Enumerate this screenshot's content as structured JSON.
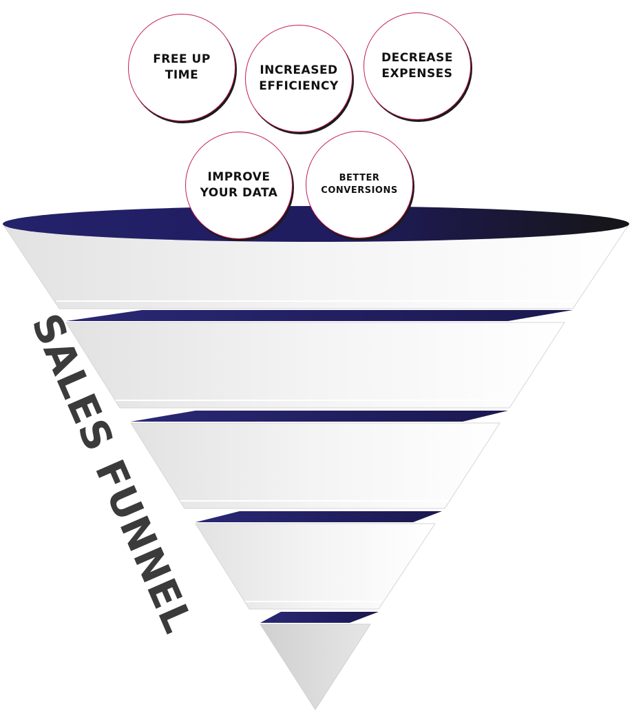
{
  "title": "SALES FUNNEL",
  "benefits": [
    {
      "label": "FREE UP\nTIME"
    },
    {
      "label": "INCREASED\nEFFICIENCY"
    },
    {
      "label": "DECREASE\nEXPENSES"
    },
    {
      "label": "IMPROVE\nYOUR DATA"
    },
    {
      "label": "BETTER\nCONVERSIONS"
    }
  ],
  "colors": {
    "bubble_border": "#c2185b",
    "funnel_top_dark": "#1f1b5e",
    "funnel_top_black": "#1a1a1a",
    "funnel_body": "#ededed",
    "title_text": "#3b3b3b"
  },
  "funnel": {
    "stages": 5
  }
}
